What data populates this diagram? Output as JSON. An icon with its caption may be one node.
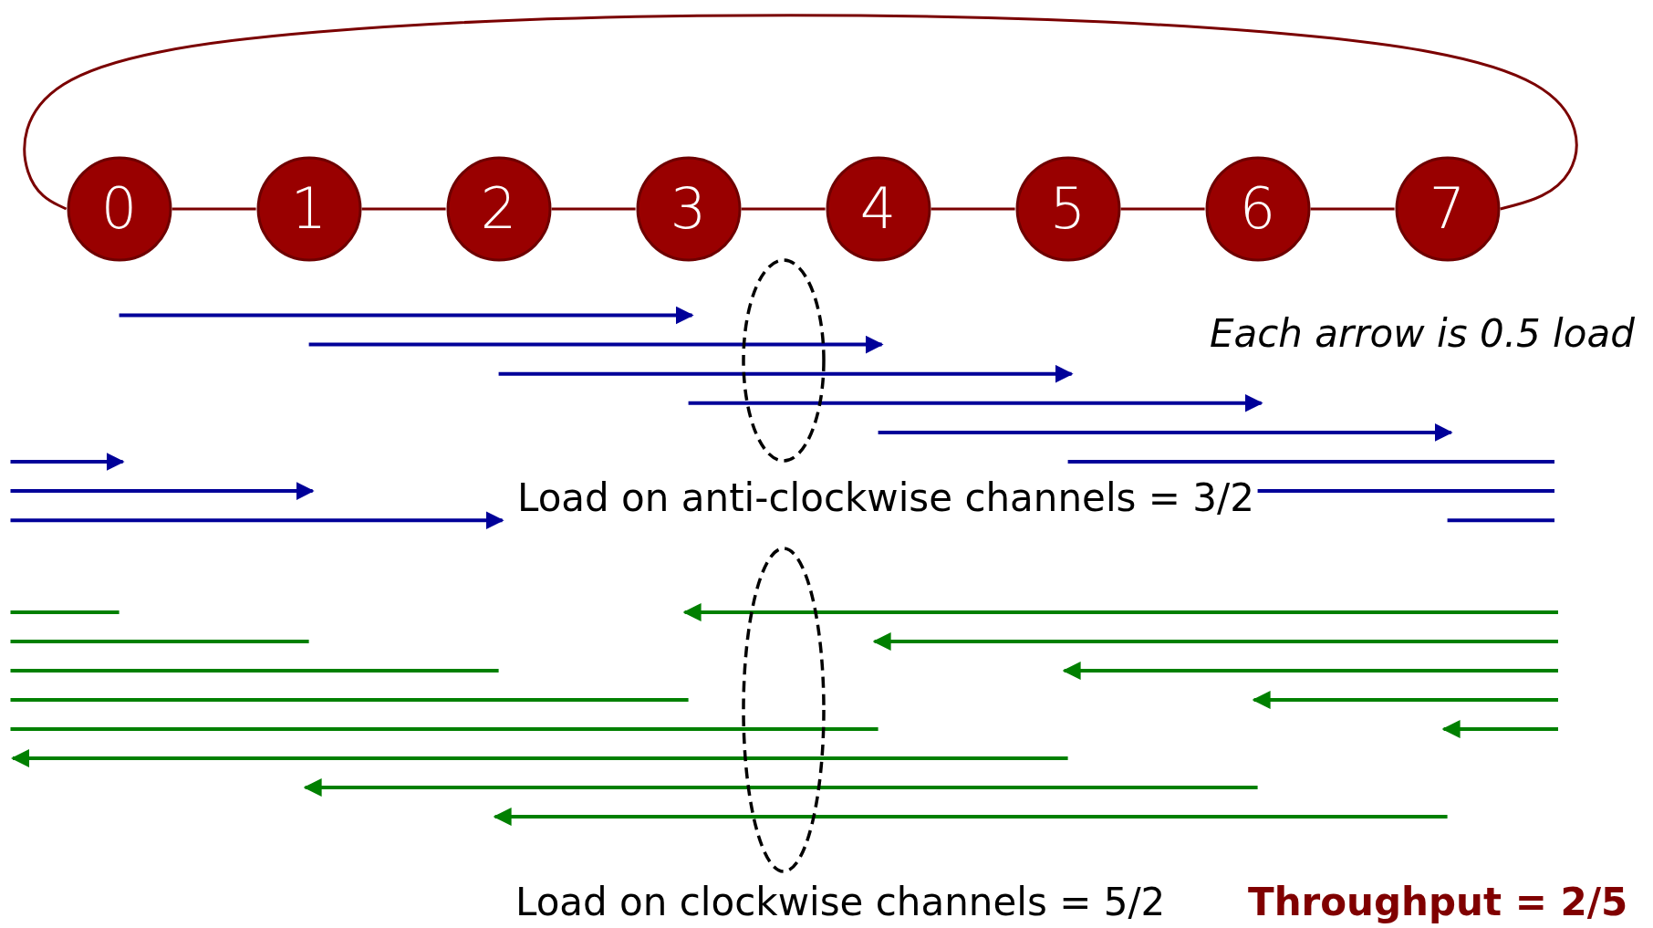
{
  "diagram": {
    "nodes": [
      {
        "text": [
          "0"
        ]
      },
      {
        "text": [
          "1"
        ]
      },
      {
        "text": [
          "2"
        ]
      },
      {
        "text": [
          "3"
        ]
      },
      {
        "text": [
          "4"
        ]
      },
      {
        "text": [
          "5"
        ]
      },
      {
        "text": [
          "6"
        ]
      },
      {
        "text": [
          "7"
        ]
      },
      {
        "text": [],
        "shape": "ellipse"
      },
      {
        "text": [],
        "shape": "ellipse"
      }
    ],
    "edges": [
      {
        "from": 0,
        "to": 1,
        "arrow": "none"
      },
      {
        "from": 1,
        "to": 2,
        "arrow": "none"
      },
      {
        "from": 2,
        "to": 3,
        "arrow": "none"
      },
      {
        "from": 3,
        "to": 4,
        "arrow": "none"
      },
      {
        "from": 4,
        "to": 5,
        "arrow": "none"
      },
      {
        "from": 5,
        "to": 6,
        "arrow": "none"
      },
      {
        "from": 6,
        "to": 7,
        "arrow": "none"
      },
      {
        "from": 0,
        "to": 7,
        "arrow": "none"
      }
    ],
    "labels": [
      "Each arrow is 0.5 load",
      "Load on anti-clockwise channels = 3/2",
      "Load on clockwise channels = 5/2",
      "Throughput = 2/5"
    ]
  }
}
